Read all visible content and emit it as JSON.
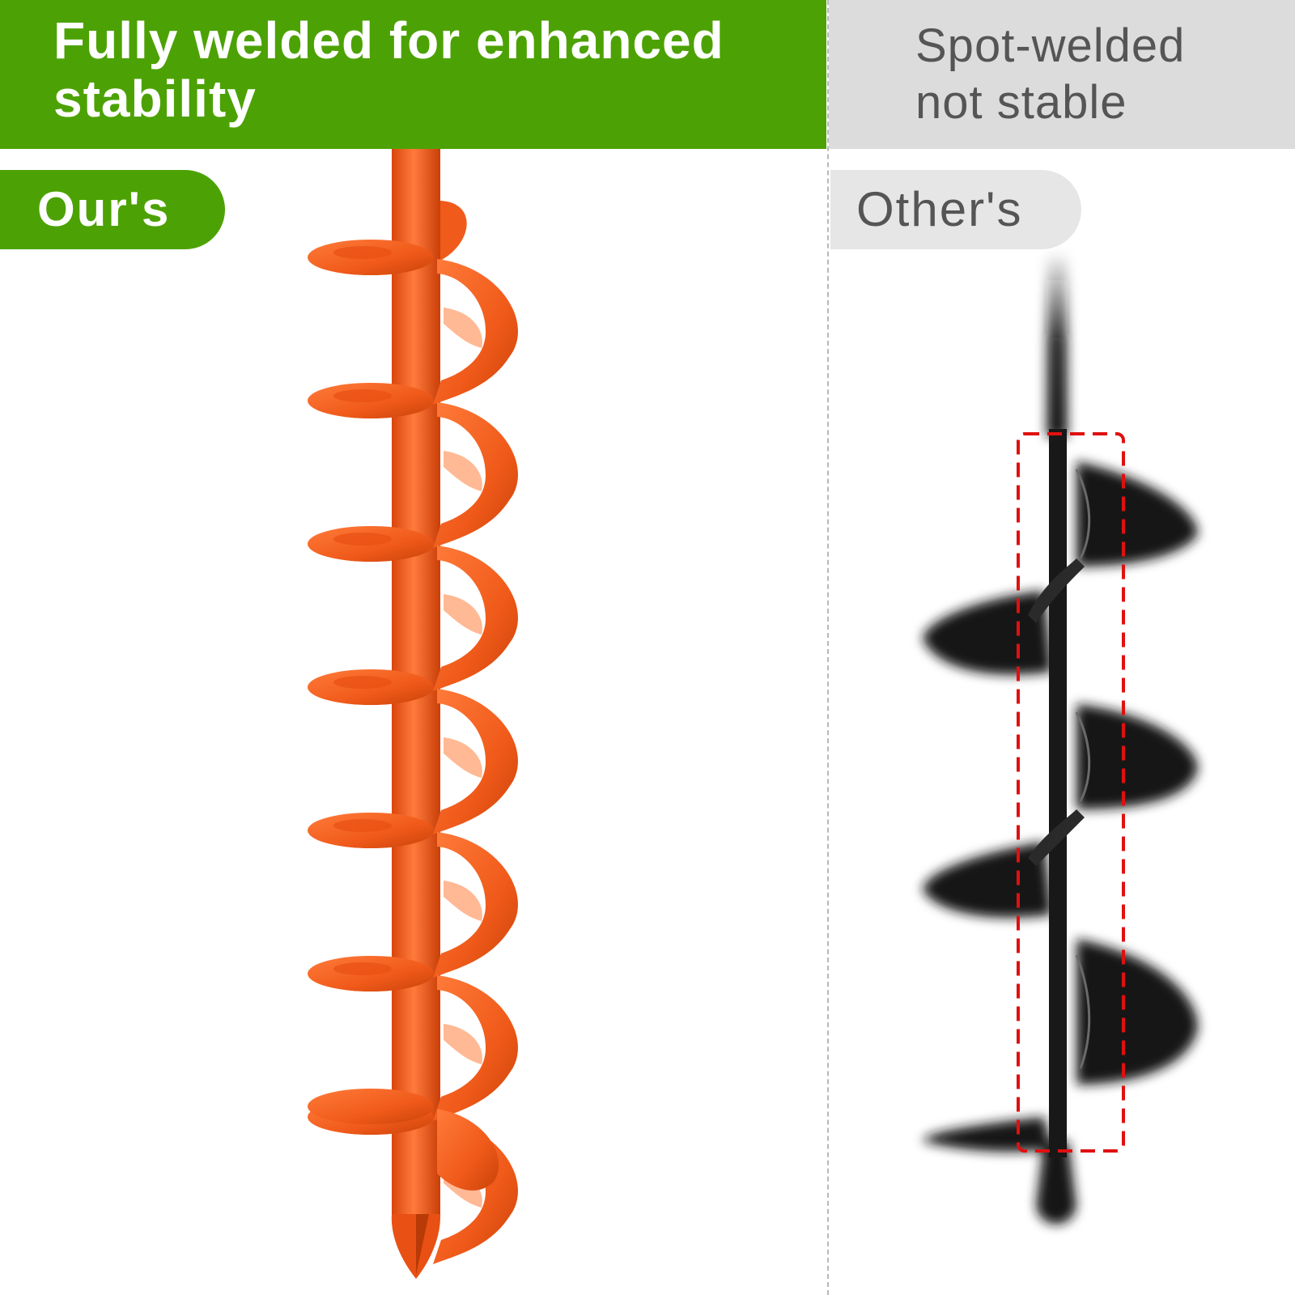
{
  "left_panel": {
    "headline": "Fully welded for enhanced stability",
    "badge": "Our's"
  },
  "right_panel": {
    "headline_line1": "Spot-welded",
    "headline_line2": "not stable",
    "badge": "Other's"
  },
  "colors": {
    "brand_green": "#4ca204",
    "header_gray": "#dcdcdc",
    "auger_orange": "#f05a1a",
    "auger_black": "#141414",
    "highlight_red": "#e01010"
  }
}
